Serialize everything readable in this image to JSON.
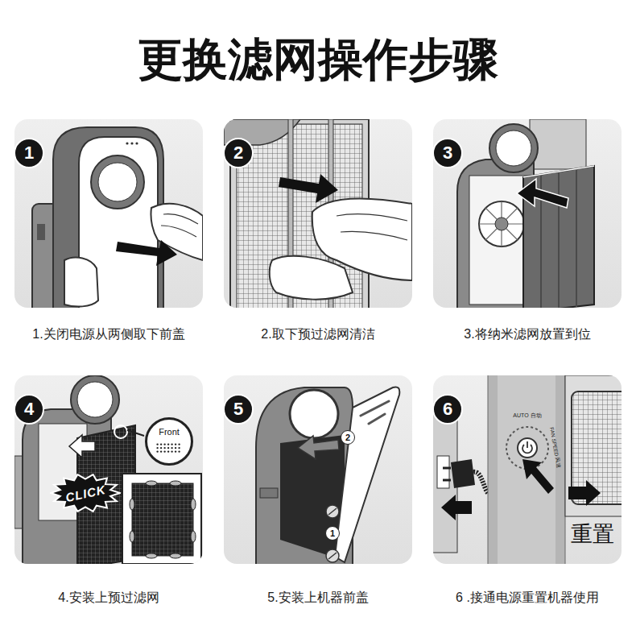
{
  "diagram": {
    "title": "更换滤网操作步骤",
    "nodes": [
      {
        "text": [
          "1.关闭电源从两侧取下前盖"
        ]
      },
      {
        "text": [
          "1"
        ],
        "in": 0
      },
      {
        "text": [
          "2.取下预过滤网清洁"
        ]
      },
      {
        "text": [
          "2"
        ],
        "in": 2
      },
      {
        "text": [
          "3.将纳米滤网放置到位"
        ]
      },
      {
        "text": [
          "3"
        ],
        "in": 4
      },
      {
        "text": [
          "4.安装上预过滤网"
        ]
      },
      {
        "text": [
          "4"
        ],
        "in": 6
      },
      {
        "text": [
          "Front"
        ],
        "in": 6
      },
      {
        "text": [
          "CLICK"
        ],
        "in": 6
      },
      {
        "text": [
          "5.安装上机器前盖"
        ]
      },
      {
        "text": [
          "5"
        ],
        "in": 10
      },
      {
        "text": [
          "2"
        ],
        "in": 10
      },
      {
        "text": [
          "1"
        ],
        "in": 10
      },
      {
        "text": [
          "6 .接通电源重置机器使用"
        ]
      },
      {
        "text": [
          "6"
        ],
        "in": 14
      }
    ],
    "labels": [
      "重置",
      "AUTO 自动",
      "FAN SPEED 风速"
    ]
  }
}
